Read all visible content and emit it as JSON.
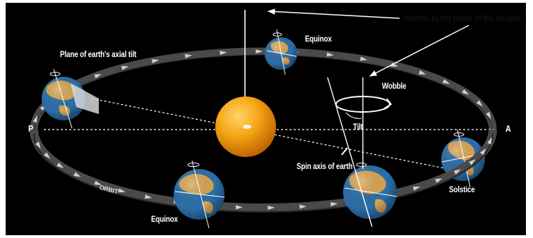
{
  "labels": {
    "normal": "Normal to the plane of the ecliptic",
    "axial_tilt_plane": "Plane of earth's axial tilt",
    "equinox_top": "Equinox",
    "equinox_bottom": "Equinox",
    "wobble": "Wobble",
    "tilt": "Tilt",
    "spin_axis": "Spin axis of earth",
    "solstice": "Solstice",
    "perihelion": "P",
    "aphelion": "A",
    "orbit": "ORBIT"
  },
  "colors": {
    "background": "#000000",
    "orbit_band": "#4a4a4a",
    "orbit_arrow": "#d0d0d0",
    "sun": "#f0960a",
    "ocean": "#2c6fa8",
    "land": "#d8a453",
    "line": "#ffffff"
  }
}
